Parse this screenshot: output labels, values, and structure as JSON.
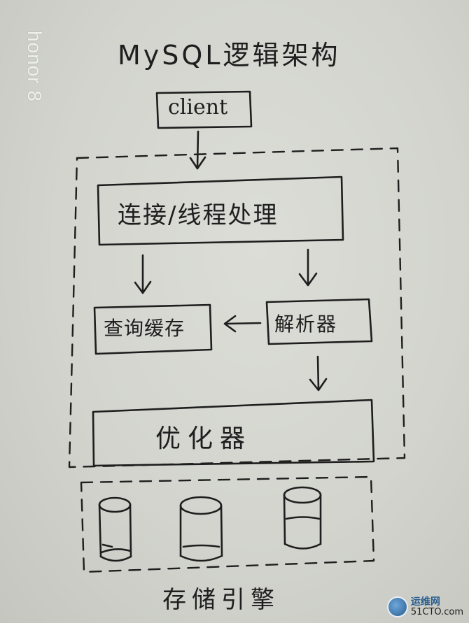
{
  "watermark": {
    "text": "honor 8"
  },
  "diagram": {
    "title": "MySQL逻辑架构",
    "nodes": {
      "client": "client",
      "connection": "连接/线程处理",
      "query_cache": "查询缓存",
      "parser": "解析器",
      "optimizer": "优化器"
    },
    "storage_label": "存储引擎",
    "edges": [
      {
        "from": "client",
        "to": "connection"
      },
      {
        "from": "connection",
        "to": "query_cache"
      },
      {
        "from": "connection",
        "to": "parser"
      },
      {
        "from": "parser",
        "to": "query_cache"
      },
      {
        "from": "parser",
        "to": "optimizer"
      }
    ],
    "cylinder_count": 3
  },
  "logo": {
    "name": "运维网",
    "site": "51CTO.com"
  },
  "colors": {
    "ink": "#1e1e1e",
    "paper": "#d6d7d1",
    "logo_blue": "#2a5d8f"
  }
}
